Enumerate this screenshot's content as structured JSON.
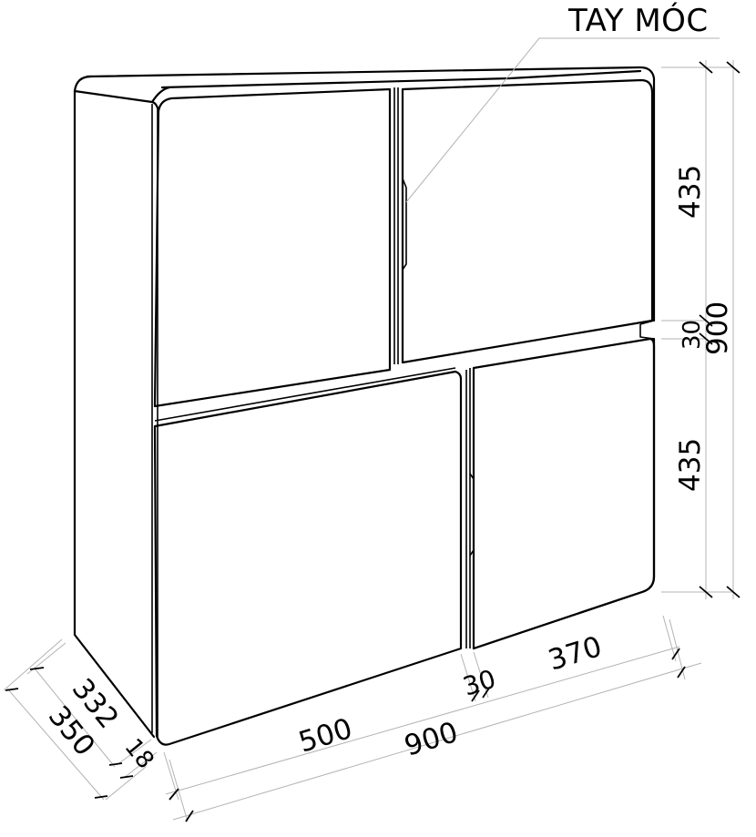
{
  "drawing": {
    "title": "Cabinet dimension drawing",
    "callout": {
      "label": "TAY MÓC",
      "meaning": "handle groove"
    },
    "units": "mm",
    "line_color": "#000000",
    "dimension_line_color": "#b3b3b3",
    "background": "#ffffff"
  },
  "dimensions": {
    "height_top_door": "435",
    "height_gap": "30",
    "height_bottom_door": "435",
    "height_total": "900",
    "width_left_door": "500",
    "width_gap": "30",
    "width_right_door": "370",
    "width_total": "900",
    "depth_body": "332",
    "depth_total": "350",
    "door_thickness": "18"
  },
  "components": [
    {
      "name": "top-left-door"
    },
    {
      "name": "top-right-door"
    },
    {
      "name": "bottom-left-door"
    },
    {
      "name": "bottom-right-door"
    },
    {
      "name": "side-panel"
    },
    {
      "name": "top-panel"
    }
  ]
}
